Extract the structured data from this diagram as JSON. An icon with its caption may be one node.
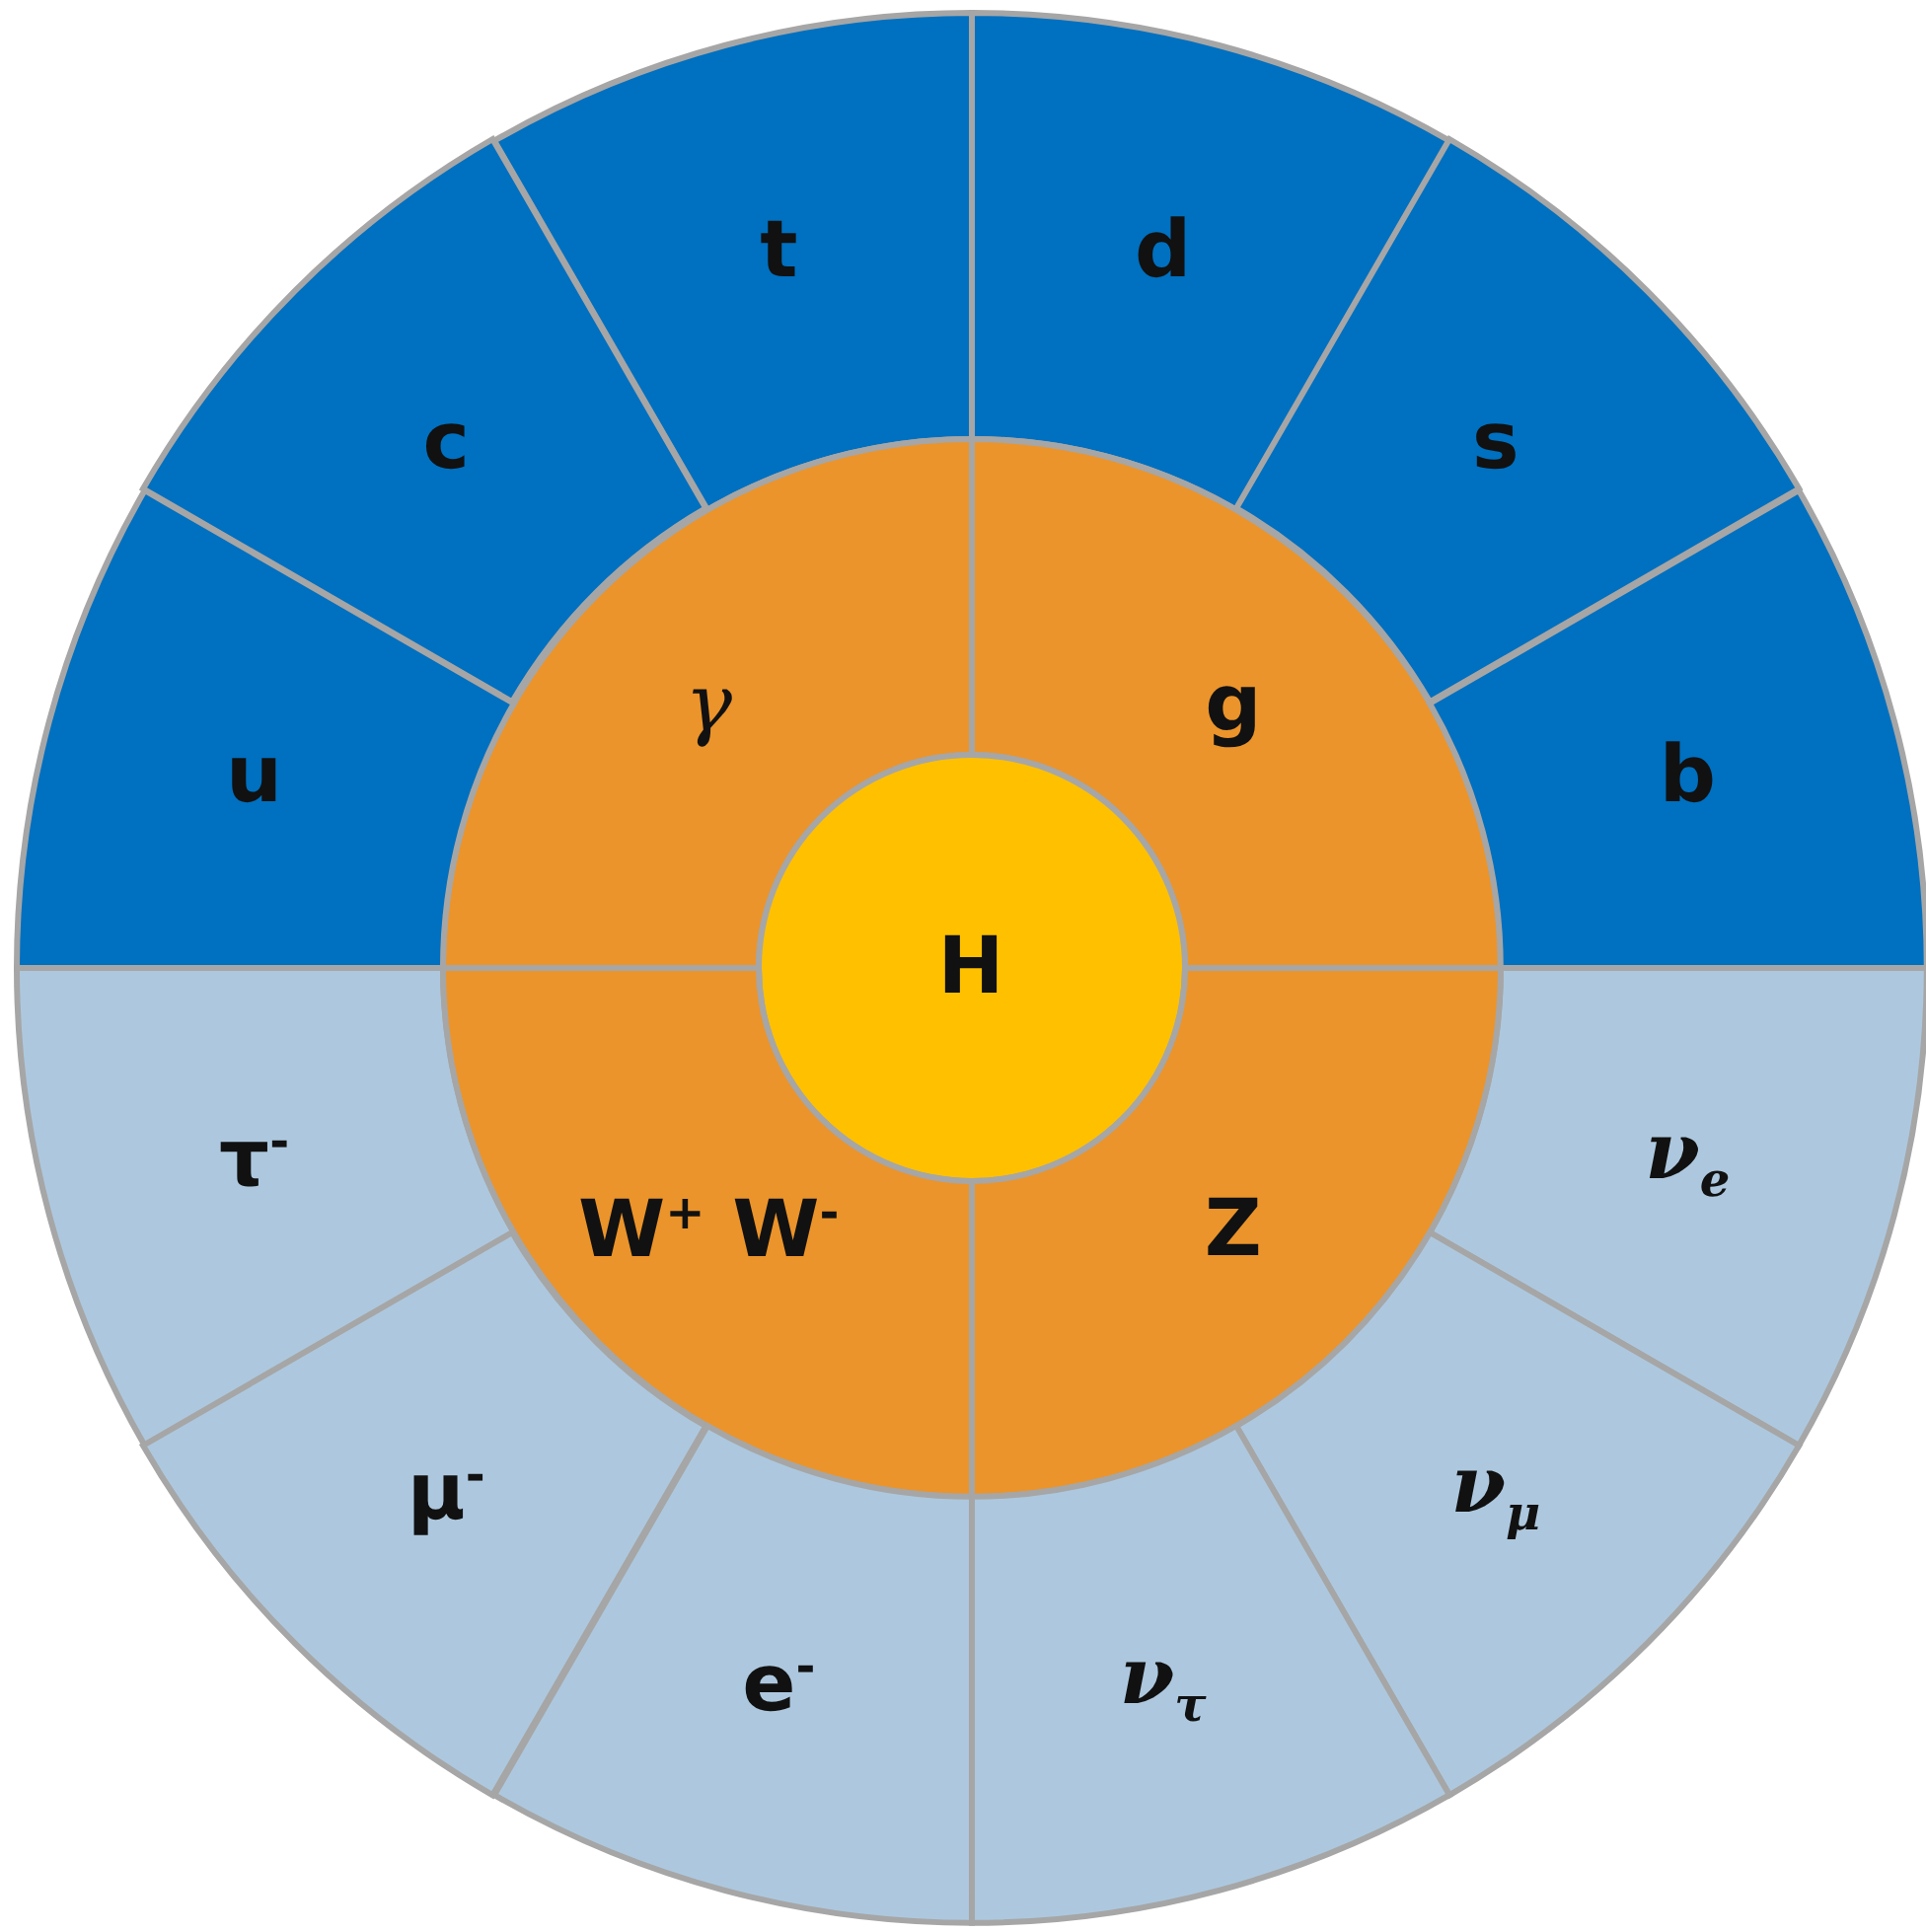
{
  "diagram": {
    "nodes": [
      {
        "text": [
          "t"
        ]
      },
      {
        "text": [
          "d"
        ]
      },
      {
        "text": [
          "c"
        ]
      },
      {
        "text": [
          "s"
        ]
      },
      {
        "text": [
          "γ"
        ]
      },
      {
        "text": [
          "g"
        ]
      },
      {
        "text": [
          "u"
        ]
      },
      {
        "text": [
          "b"
        ]
      },
      {
        "text": [
          "H"
        ]
      },
      {
        "text": [
          "τ$^{-}$"
        ]
      },
      {
        "text": [
          "ν$_{e}$"
        ]
      },
      {
        "text": [
          "W$^{+}$ W$^{-}$"
        ]
      },
      {
        "text": [
          "Z"
        ]
      },
      {
        "text": [
          "μ$^{-}$"
        ]
      },
      {
        "text": [
          "ν$_{μ}$"
        ]
      },
      {
        "text": [
          "e$^{-}$"
        ]
      },
      {
        "text": [
          "ν$_{τ}$"
        ]
      }
    ]
  }
}
